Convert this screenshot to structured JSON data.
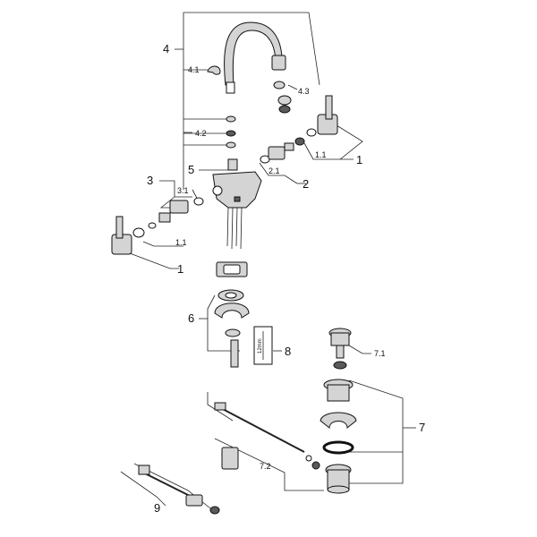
{
  "callouts": {
    "c4": "4",
    "c4_1": "4.1",
    "c4_2": "4.2",
    "c4_3": "4.3",
    "c5": "5",
    "c3": "3",
    "c3_1": "3.1",
    "c2": "2",
    "c2_1": "2.1",
    "c1_right": "1",
    "c1_1_right": "1.1",
    "c1_left": "1",
    "c1_1_left": "1.1",
    "c6": "6",
    "c8": "8",
    "c8_text": "12mm",
    "c7": "7",
    "c7_1": "7.1",
    "c7_2": "7.2",
    "c9": "9"
  }
}
